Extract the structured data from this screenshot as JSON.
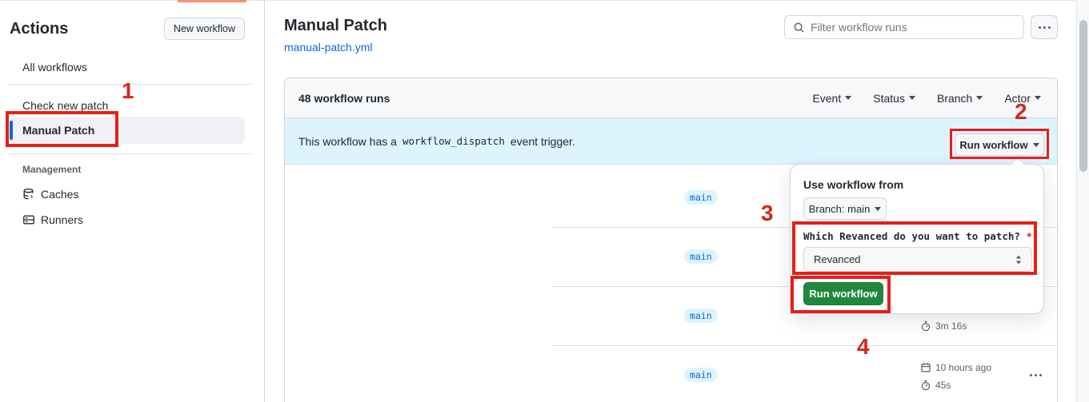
{
  "annotations": {
    "step1": "1",
    "step2": "2",
    "step3": "3",
    "step4": "4"
  },
  "sidebar": {
    "title": "Actions",
    "new_workflow_button": "New workflow",
    "items": [
      {
        "label": "All workflows",
        "selected": false
      },
      {
        "label": "Check new patch",
        "selected": false
      },
      {
        "label": "Manual Patch",
        "selected": true
      }
    ],
    "management": {
      "label": "Management",
      "items": [
        {
          "label": "Caches",
          "icon": "cache-database-icon"
        },
        {
          "label": "Runners",
          "icon": "runners-rack-icon"
        }
      ]
    }
  },
  "header": {
    "title": "Manual Patch",
    "file_link": "manual-patch.yml",
    "filter_placeholder": "Filter workflow runs",
    "more_button_icon": "kebab-horizontal-icon"
  },
  "list": {
    "count_label": "48 workflow runs",
    "filters": [
      {
        "label": "Event"
      },
      {
        "label": "Status"
      },
      {
        "label": "Branch"
      },
      {
        "label": "Actor"
      }
    ],
    "banner": {
      "text_before": "This workflow has a",
      "code": "workflow_dispatch",
      "text_after": "event trigger.",
      "run_button": "Run workflow"
    },
    "rows": [
      {
        "branch": "main"
      },
      {
        "branch": "main"
      },
      {
        "branch": "main",
        "duration": "3m 16s"
      },
      {
        "branch": "main",
        "time": "10 hours ago",
        "duration": "45s"
      }
    ]
  },
  "run_dialog": {
    "use_workflow_from": "Use workflow from",
    "branch_button": "Branch: main",
    "input_label": "Which Revanced do you want to patch?",
    "required_marker": "*",
    "select_value": "Revanced",
    "run_button": "Run workflow"
  },
  "icons": {
    "search": "magnifier",
    "kebab": "three-dots",
    "stopwatch": "timer",
    "calendar": "calendar",
    "select_updown": "triangle-up-down",
    "caret": "triangle-down"
  },
  "colors": {
    "accent_blue": "#0969da",
    "banner_bg": "#ddf4ff",
    "badge_bg": "#ddf4ff",
    "success_green": "#1f883d",
    "annotation_red": "#e81e17",
    "border": "#d0d7de",
    "text": "#24292f",
    "muted_text": "#57606a",
    "top_orange_bar": "#fd8c73"
  }
}
